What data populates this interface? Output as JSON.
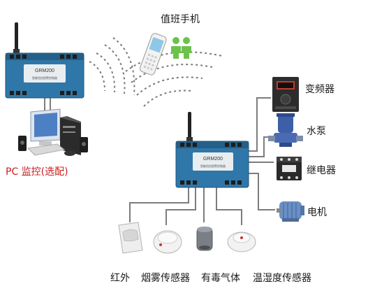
{
  "device": {
    "model_text": "GRM200",
    "subtitle_text": "智能短信报警控制器"
  },
  "labels": {
    "phone": "值班手机",
    "pc": "PC 监控(选配)",
    "inverter": "变频器",
    "pump": "水泵",
    "relay": "继电器",
    "motor": "电机",
    "infrared": "红外",
    "smoke": "烟雾传感器",
    "toxic_gas": "有毒气体",
    "temp_humidity": "温湿度传感器"
  },
  "colors": {
    "connector": "#7c7c7c",
    "device_body": "#2f77a8",
    "device_label": "#e8edf0",
    "wave": "#7a7a7a",
    "person": "#6cc24a",
    "pc_label": "#c81e1e",
    "inverter": "#2c2c2c",
    "pump": "#3d5fa8",
    "relay": "#2a2a2a",
    "motor": "#6a8fc4"
  }
}
